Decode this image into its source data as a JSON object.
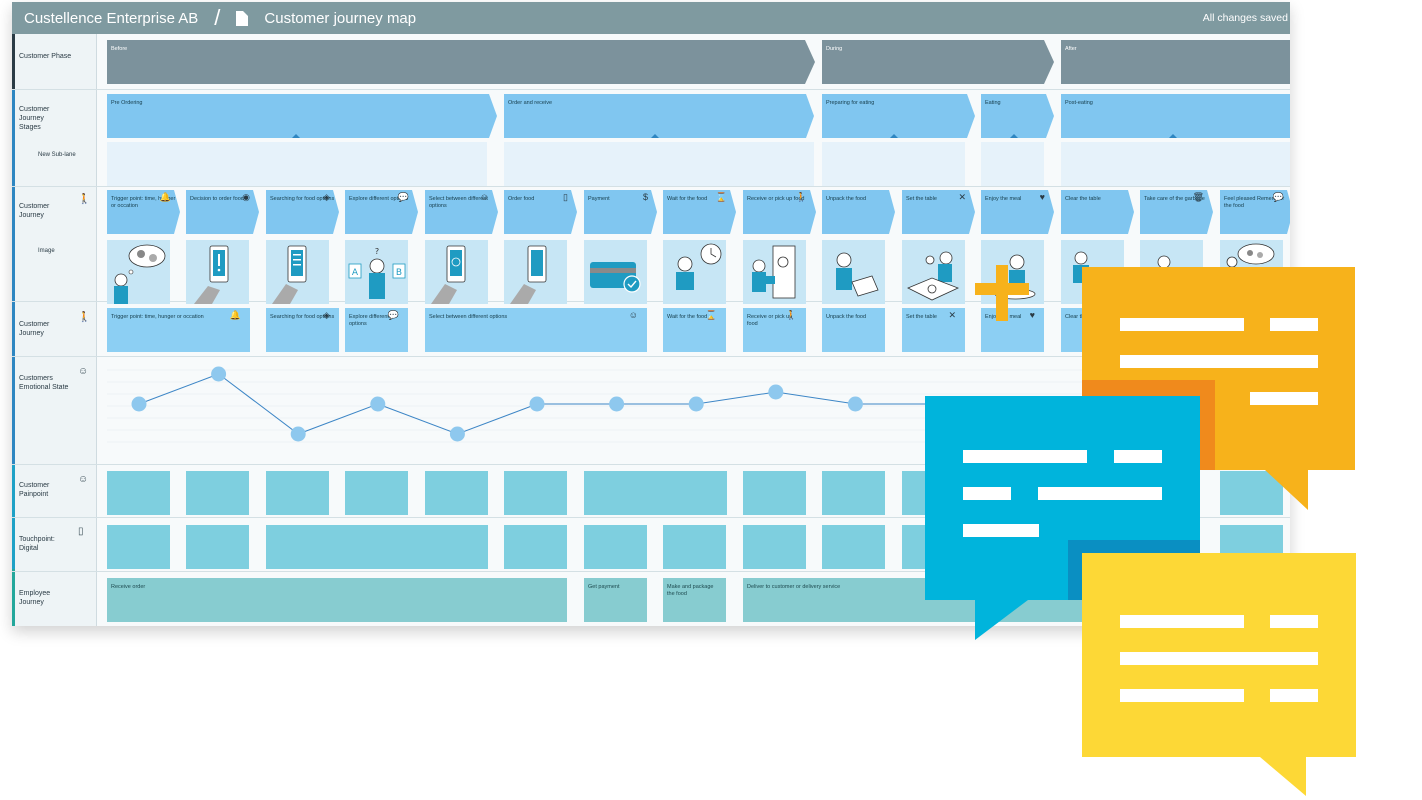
{
  "topbar": {
    "company": "Custellence Enterprise AB",
    "separator": "/",
    "title": "Customer journey map",
    "status": "All changes saved"
  },
  "lanes": {
    "phase": "Customer Phase",
    "stages": "Customer Journey Stages",
    "sublane": "New Sub-lane",
    "journey": "Customer Journey",
    "image": "Image",
    "journey2": "Customer Journey",
    "emotion": "Customers Emotional State",
    "painpoint": "Customer Painpoint",
    "touchpoint": "Touchpoint: Digital",
    "employee": "Employee Journey"
  },
  "phases": [
    "Before",
    "During",
    "After"
  ],
  "stages": [
    "Pre Ordering",
    "Order and receive",
    "Preparing for eating",
    "Eating",
    "Post-eating"
  ],
  "journey_cards": [
    "Trigger point: time, hunger or occation",
    "Decision to order food",
    "Searching for food options",
    "Explore different options",
    "Select between different options",
    "Order food",
    "Payment",
    "Wait for the food",
    "Receive or pick up food",
    "Unpack the food",
    "Set the table",
    "Enjoy the meal",
    "Clear the table",
    "Take care of the garbage",
    "Feel pleased Remember the food"
  ],
  "journey2_cards": [
    "Trigger point: time, hunger or occation",
    "Searching for food options",
    "Explore different options",
    "Select between different options",
    "Wait for the food",
    "Receive or pick up food",
    "Unpack the food",
    "Set the table",
    "Enjoy the meal",
    "Clear the"
  ],
  "emotional_state": [
    0.5,
    1,
    0,
    0.5,
    0,
    0.5,
    0.5,
    0.5,
    0.7,
    0.5,
    0.5
  ],
  "employee_cards": [
    "Receive order",
    "Get payment",
    "Make and package the food",
    "Deliver to customer or delivery service"
  ],
  "colors": {
    "topbar": "#7f9aa0",
    "phase": "#7c929c",
    "stage": "#80c6f0",
    "chat_orange": "#f7b21b",
    "chat_blue": "#00b4dc",
    "chat_yellow": "#fdd836"
  }
}
